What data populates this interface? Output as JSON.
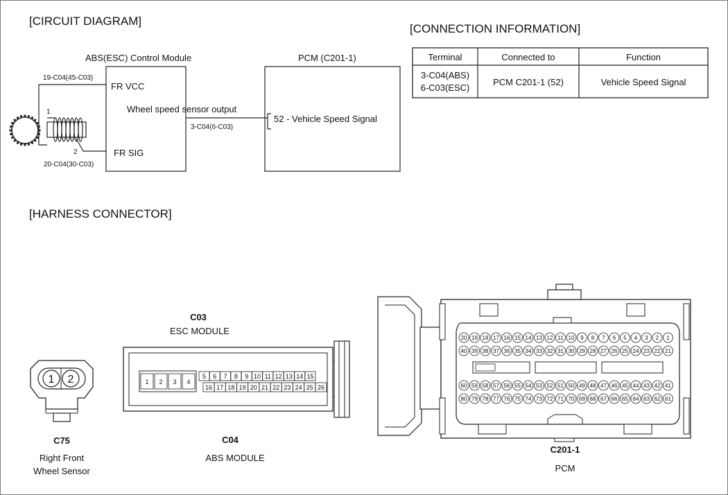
{
  "circuit": {
    "title": "[CIRCUIT DIAGRAM]",
    "abs_module_label": "ABS(ESC) Control Module",
    "pcm_label": "PCM (C201-1)",
    "fr_vcc": "FR VCC",
    "fr_sig": "FR SIG",
    "wire_top": "19-C04(45-C03)",
    "wire_bottom": "20-C04(30-C03)",
    "sensor_pin_1": "1",
    "sensor_pin_2": "2",
    "output_label": "Wheel speed sensor output",
    "output_wire": "3-C04(6-C03)",
    "pcm_pin": "52 - Vehicle Speed Signal"
  },
  "connection": {
    "title": "[CONNECTION INFORMATION]",
    "headers": [
      "Terminal",
      "Connected to",
      "Function"
    ],
    "rows": [
      {
        "terminal_1": "3-C04(ABS)",
        "terminal_2": "6-C03(ESC)",
        "connected_to": "PCM C201-1 (52)",
        "function": "Vehicle Speed Signal"
      }
    ]
  },
  "harness": {
    "title": "[HARNESS CONNECTOR]",
    "c75": {
      "code": "C75",
      "name_1": "Right Front",
      "name_2": "Wheel Sensor",
      "pins": [
        "1",
        "2"
      ]
    },
    "abs_esc": {
      "top_code": "C03",
      "top_name": "ESC MODULE",
      "bottom_code": "C04",
      "bottom_name": "ABS  MODULE",
      "large_pins": [
        "1",
        "2",
        "3",
        "4"
      ],
      "row1": [
        "5",
        "6",
        "7",
        "8",
        "9",
        "10",
        "11",
        "12",
        "13",
        "14",
        "15"
      ],
      "row2": [
        "16",
        "17",
        "18",
        "19",
        "20",
        "21",
        "22",
        "23",
        "24",
        "25",
        "26"
      ]
    },
    "pcm": {
      "code": "C201-1",
      "name": "PCM",
      "row1": [
        "20",
        "19",
        "18",
        "17",
        "16",
        "15",
        "14",
        "13",
        "12",
        "11",
        "10",
        "9",
        "8",
        "7",
        "6",
        "5",
        "4",
        "3",
        "2",
        "1"
      ],
      "row2": [
        "40",
        "39",
        "38",
        "37",
        "36",
        "35",
        "34",
        "33",
        "32",
        "31",
        "30",
        "29",
        "28",
        "27",
        "26",
        "25",
        "24",
        "23",
        "22",
        "21"
      ],
      "row3": [
        "60",
        "59",
        "58",
        "57",
        "56",
        "55",
        "54",
        "53",
        "52",
        "51",
        "50",
        "49",
        "48",
        "47",
        "46",
        "45",
        "44",
        "43",
        "42",
        "41"
      ],
      "row4": [
        "80",
        "79",
        "78",
        "77",
        "76",
        "75",
        "74",
        "73",
        "72",
        "71",
        "70",
        "69",
        "68",
        "67",
        "66",
        "65",
        "64",
        "63",
        "62",
        "61"
      ]
    }
  }
}
